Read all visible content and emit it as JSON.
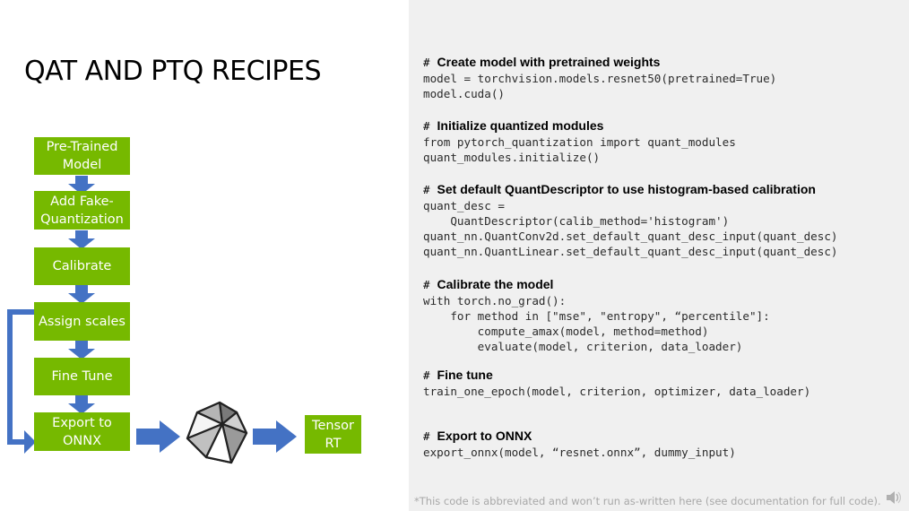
{
  "title": "QAT AND PTQ RECIPES",
  "flow": {
    "steps": [
      "Pre-Trained\nModel",
      "Add Fake-\nQuantization",
      "Calibrate",
      "Assign scales",
      "Fine Tune",
      "Export to\nONNX"
    ],
    "output_label": "Tensor\nRT"
  },
  "code_sections": [
    {
      "comment": "Create model with pretrained weights",
      "lines": [
        "model = torchvision.models.resnet50(pretrained=True)",
        "model.cuda()"
      ]
    },
    {
      "comment": "Initialize quantized modules",
      "lines": [
        "from pytorch_quantization import quant_modules",
        "quant_modules.initialize()"
      ]
    },
    {
      "comment": "Set default QuantDescriptor to use histogram-based calibration",
      "lines": [
        "quant_desc =",
        "    QuantDescriptor(calib_method='histogram')",
        "quant_nn.QuantConv2d.set_default_quant_desc_input(quant_desc)",
        "quant_nn.QuantLinear.set_default_quant_desc_input(quant_desc)"
      ]
    },
    {
      "comment": "Calibrate the model",
      "lines": [
        "with torch.no_grad():",
        "    for method in [\"mse\", \"entropy\", “percentile\"]:",
        "        compute_amax(model, method=method)",
        "        evaluate(model, criterion, data_loader)"
      ]
    },
    {
      "comment": "Fine tune",
      "lines": [
        "train_one_epoch(model, criterion, optimizer, data_loader)"
      ]
    },
    {
      "comment": "Export to ONNX",
      "lines": [
        "export_onnx(model, “resnet.onnx”, dummy_input)"
      ]
    }
  ],
  "footnote": "*This code is abbreviated and won’t run as-written here (see documentation for full code).",
  "colors": {
    "step_green": "#76b900",
    "arrow_blue": "#4472c4",
    "code_panel": "#f0f0f0"
  },
  "icons": {
    "model_graph": "onnx-graph-icon",
    "audio": "speaker-icon"
  }
}
